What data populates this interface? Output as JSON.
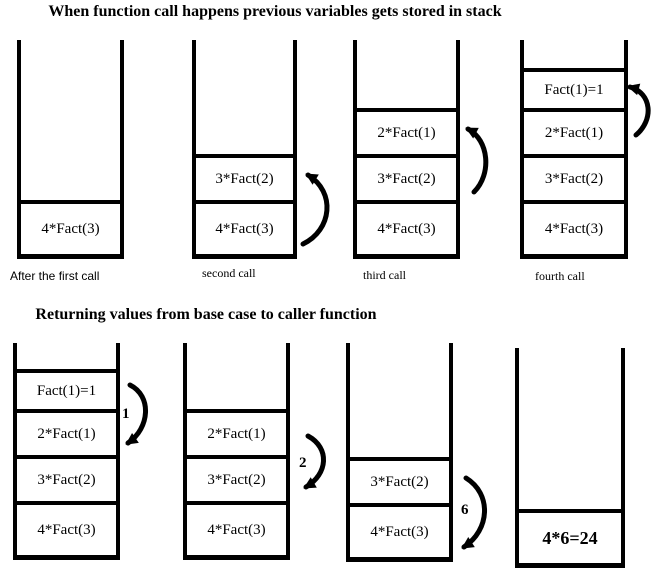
{
  "titles": {
    "top": "When function call happens previous variables gets stored in stack",
    "bottom": "Returning values from base case to caller function"
  },
  "top_row": {
    "stacks": [
      {
        "caption": "After the first call",
        "cells": [
          "4*Fact(3)"
        ]
      },
      {
        "caption": "second call",
        "cells": [
          "3*Fact(2)",
          "4*Fact(3)"
        ]
      },
      {
        "caption": "third call",
        "cells": [
          "2*Fact(1)",
          "3*Fact(2)",
          "4*Fact(3)"
        ]
      },
      {
        "caption": "fourth call",
        "cells": [
          "Fact(1)=1",
          "2*Fact(1)",
          "3*Fact(2)",
          "4*Fact(3)"
        ]
      }
    ]
  },
  "bottom_row": {
    "stacks": [
      {
        "cells": [
          "Fact(1)=1",
          "2*Fact(1)",
          "3*Fact(2)",
          "4*Fact(3)"
        ],
        "arrow_label": "1"
      },
      {
        "cells": [
          "2*Fact(1)",
          "3*Fact(2)",
          "4*Fact(3)"
        ],
        "arrow_label": "2"
      },
      {
        "cells": [
          "3*Fact(2)",
          "4*Fact(3)"
        ],
        "arrow_label": "6"
      },
      {
        "cells": [
          "4*6=24"
        ]
      }
    ]
  },
  "colors": {
    "ink": "#000000",
    "background": "#ffffff"
  }
}
